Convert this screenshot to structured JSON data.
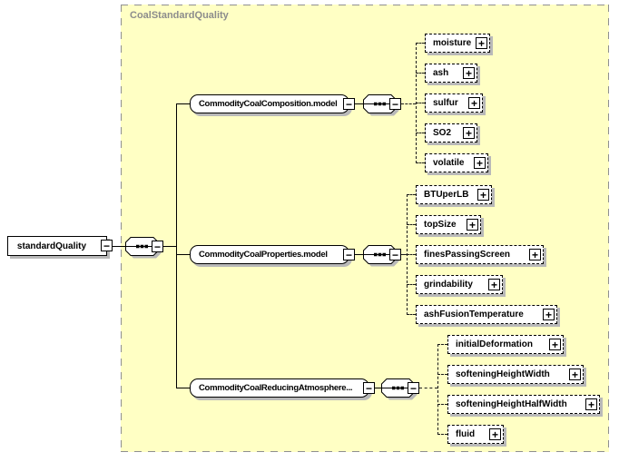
{
  "diagram": {
    "title": "CoalStandardQuality",
    "root": {
      "label": "standardQuality"
    },
    "compositor": "sequence",
    "icons": {
      "collapse": "−",
      "expand": "+"
    },
    "colors": {
      "panel_fill": "#ffffc4",
      "panel_border": "#8f8f8f",
      "node_fill": "#ffffff",
      "node_border": "#000000",
      "shadow": "#b9b9b9",
      "title_text": "#8c8c8c"
    },
    "groups": [
      {
        "label": "CommodityCoalComposition.model",
        "compositor": "sequence",
        "children": [
          {
            "label": "moisture"
          },
          {
            "label": "ash"
          },
          {
            "label": "sulfur"
          },
          {
            "label": "SO2"
          },
          {
            "label": "volatile"
          }
        ]
      },
      {
        "label": "CommodityCoalProperties.model",
        "compositor": "sequence",
        "children": [
          {
            "label": "BTUperLB"
          },
          {
            "label": "topSize"
          },
          {
            "label": "finesPassingScreen"
          },
          {
            "label": "grindability"
          },
          {
            "label": "ashFusionTemperature"
          }
        ]
      },
      {
        "label": "CommodityCoalReducingAtmosphere...",
        "compositor": "sequence",
        "children": [
          {
            "label": "initialDeformation"
          },
          {
            "label": "softeningHeightWidth"
          },
          {
            "label": "softeningHeightHalfWidth"
          },
          {
            "label": "fluid"
          }
        ]
      }
    ]
  }
}
